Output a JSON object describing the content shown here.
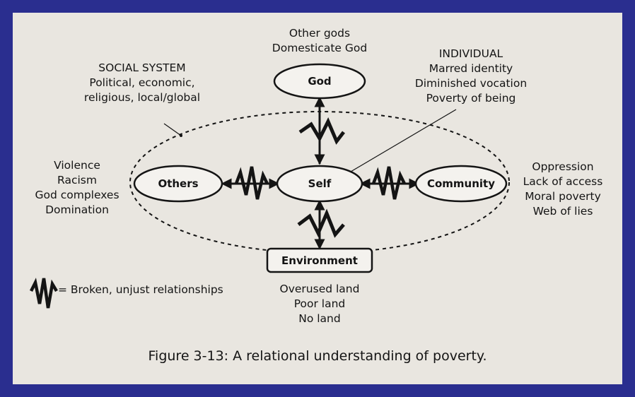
{
  "nodes": {
    "god": "God",
    "self": "Self",
    "others": "Others",
    "community": "Community",
    "environment": "Environment"
  },
  "labels": {
    "god_side": [
      "Other gods",
      "Domesticate God"
    ],
    "social_system": [
      "SOCIAL SYSTEM",
      "Political, economic,",
      "religious, local/global"
    ],
    "individual": [
      "INDIVIDUAL",
      "Marred identity",
      "Diminished vocation",
      "Poverty of being"
    ],
    "others_side": [
      "Violence",
      "Racism",
      "God complexes",
      "Domination"
    ],
    "community_side": [
      "Oppression",
      "Lack of access",
      "Moral poverty",
      "Web of lies"
    ],
    "environment_side": [
      "Overused land",
      "Poor land",
      "No land"
    ]
  },
  "legend": {
    "text": "= Broken, unjust relationships"
  },
  "caption": "Figure 3-13: A relational understanding of poverty.",
  "colors": {
    "background": "#2a2e8f",
    "paper": "#e9e6e0",
    "ink": "#141414"
  }
}
